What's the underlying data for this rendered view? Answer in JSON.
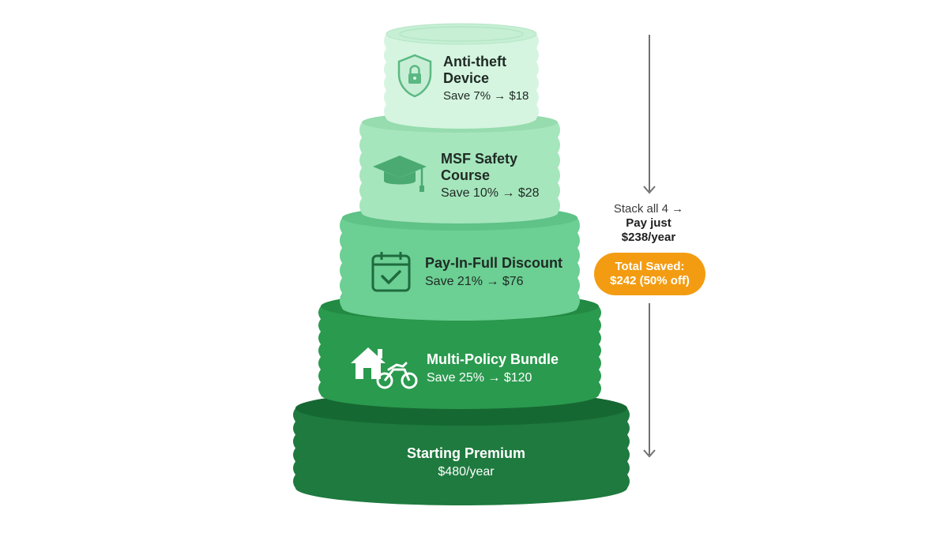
{
  "tiers": [
    {
      "title": "Starting Premium",
      "sub": "$480/year",
      "icon": "none"
    },
    {
      "title": "Multi-Policy Bundle",
      "sub": "Save 25% → $120",
      "icon": "house-motorcycle-icon"
    },
    {
      "title": "Pay-In-Full Discount",
      "sub": "Save 21% → $76",
      "icon": "calendar-check-icon"
    },
    {
      "title_line1": "MSF Safety",
      "title_line2": "Course",
      "sub": "Save 10% → $28",
      "icon": "graduation-cap-icon"
    },
    {
      "title_line1": "Anti-theft",
      "title_line2": "Device",
      "sub": "Save 7% → $18",
      "icon": "shield-lock-icon"
    }
  ],
  "callout": {
    "line1": "Stack all 4 →",
    "line2": "Pay just",
    "line3": "$238/year"
  },
  "badge": {
    "line1": "Total Saved:",
    "line2": "$242 (50% off)"
  },
  "colors": {
    "tier1": "#1e7a3e",
    "tier2": "#2a9a4e",
    "tier3": "#6ccf93",
    "tier4": "#a6e6bd",
    "tier5": "#d5f5e0",
    "accent": "#f39c12",
    "arrow": "#707070"
  }
}
